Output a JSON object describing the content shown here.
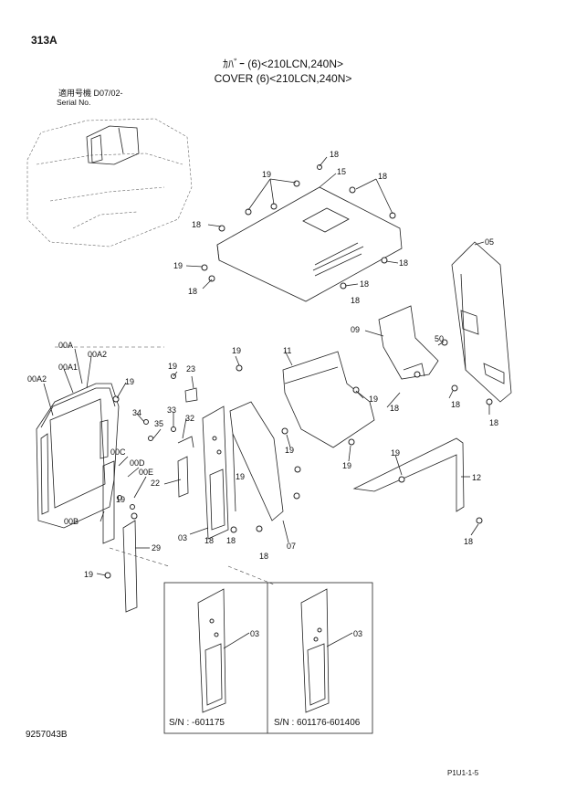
{
  "header": {
    "page_id": "313A",
    "title_jp": "ｶﾊﾞｰ (6)<210LCN,240N>",
    "title_en": "COVER (6)<210LCN,240N>",
    "serial_jp": "適用号機  D07/02-",
    "serial_en": "Serial No."
  },
  "footer": {
    "drawing_number": "9257043B",
    "page_code": "P1U1-1-5"
  },
  "inset": {
    "left_caption": "S/N : -601175",
    "right_caption": "S/N : 601176-601406",
    "left_callout": "03",
    "right_callout": "03"
  },
  "callouts": {
    "c18a": "18",
    "c15": "15",
    "c18b": "18",
    "c19a": "19",
    "c18c": "18",
    "c19b": "19",
    "c18d": "18",
    "c18e": "18",
    "c18f": "18",
    "c05": "05",
    "c18g": "18",
    "c09": "09",
    "c50": "50",
    "c00A": "00A",
    "c00A2a": "00A2",
    "c00A1": "00A1",
    "c00A2b": "00A2",
    "c19c": "19",
    "c19d": "19",
    "c23": "23",
    "c19e": "19",
    "c11": "11",
    "c19f": "19",
    "c18h": "18",
    "c18i": "18",
    "c18j": "18",
    "c34": "34",
    "c33": "33",
    "c35": "35",
    "c32": "32",
    "c00C": "00C",
    "c00D": "00D",
    "c00E": "00E",
    "c22": "22",
    "c19g": "19",
    "c19h": "19",
    "c19i": "19",
    "c19j": "19",
    "c12": "12",
    "c00B": "00B",
    "c19k": "19",
    "c03": "03",
    "c18k": "18",
    "c18l": "18",
    "c07": "07",
    "c18m": "18",
    "c29": "29",
    "c19l": "19",
    "c18n": "18"
  }
}
